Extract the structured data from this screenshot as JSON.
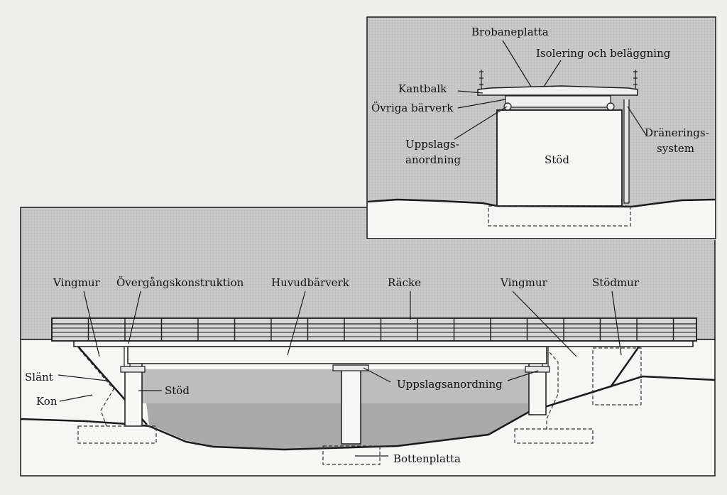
{
  "colors": {
    "paper": "#eeeeec",
    "sky": "#c9c9c9",
    "ground": "#f6f6f4",
    "water": "#a9a9a9",
    "line": "#1a1a1a"
  },
  "cross_section": {
    "labels": {
      "deck_slab": "Brobaneplatta",
      "insulation": "Isolering och beläggning",
      "edge_beam": "Kantbalk",
      "other_structure": "Övriga bärverk",
      "bearing_1": "Uppslags-",
      "bearing_2": "anordning",
      "drainage_1": "Dränerings-",
      "drainage_2": "system",
      "support": "Stöd"
    }
  },
  "elevation": {
    "labels": {
      "wing_wall_left": "Vingmur",
      "transition": "Övergångskonstruktion",
      "main_structure": "Huvudbärverk",
      "railing": "Räcke",
      "wing_wall_right": "Vingmur",
      "retaining_wall": "Stödmur",
      "slope": "Slänt",
      "cone": "Kon",
      "support": "Stöd",
      "bearing": "Uppslagsanordning",
      "bottom_slab": "Bottenplatta"
    }
  }
}
